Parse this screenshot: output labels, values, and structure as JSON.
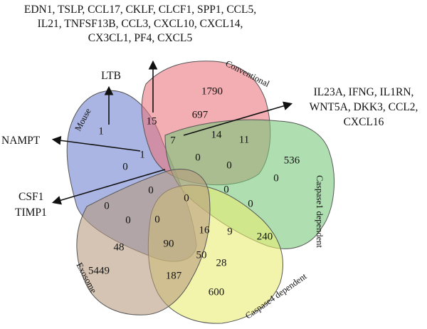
{
  "sets": [
    {
      "name": "Mouse",
      "color": "#6f7fcf"
    },
    {
      "name": "Conventional",
      "color": "#e8737b"
    },
    {
      "name": "Caspase1 dependent",
      "color": "#76c877"
    },
    {
      "name": "Caspase4 dependent",
      "color": "#eaec70"
    },
    {
      "name": "Exosome",
      "color": "#b69a7c"
    }
  ],
  "counts": [
    "1790",
    "697",
    "15",
    "7",
    "14",
    "11",
    "1",
    "1",
    "0",
    "0",
    "0",
    "536",
    "0",
    "0",
    "0",
    "0",
    "0",
    "0",
    "0",
    "0",
    "16",
    "9",
    "240",
    "48",
    "90",
    "50",
    "28",
    "5449",
    "187",
    "600"
  ],
  "annotations": {
    "top_genes": [
      "EDN1, TSLP, CCL17, CKLF, CLCF1, SPP1, CCL5,",
      "IL21, TNFSF13B, CCL3, CXCL10, CXCL14,",
      "CX3CL1, PF4, CXCL5"
    ],
    "ltb": "LTB",
    "nampt": "NAMPT",
    "csf1_timp1": [
      "CSF1",
      "TIMP1"
    ],
    "right_genes": [
      "IL23A, IFNG, IL1RN,",
      "WNT5A, DKK3, CCL2,",
      "CXCL16"
    ]
  }
}
